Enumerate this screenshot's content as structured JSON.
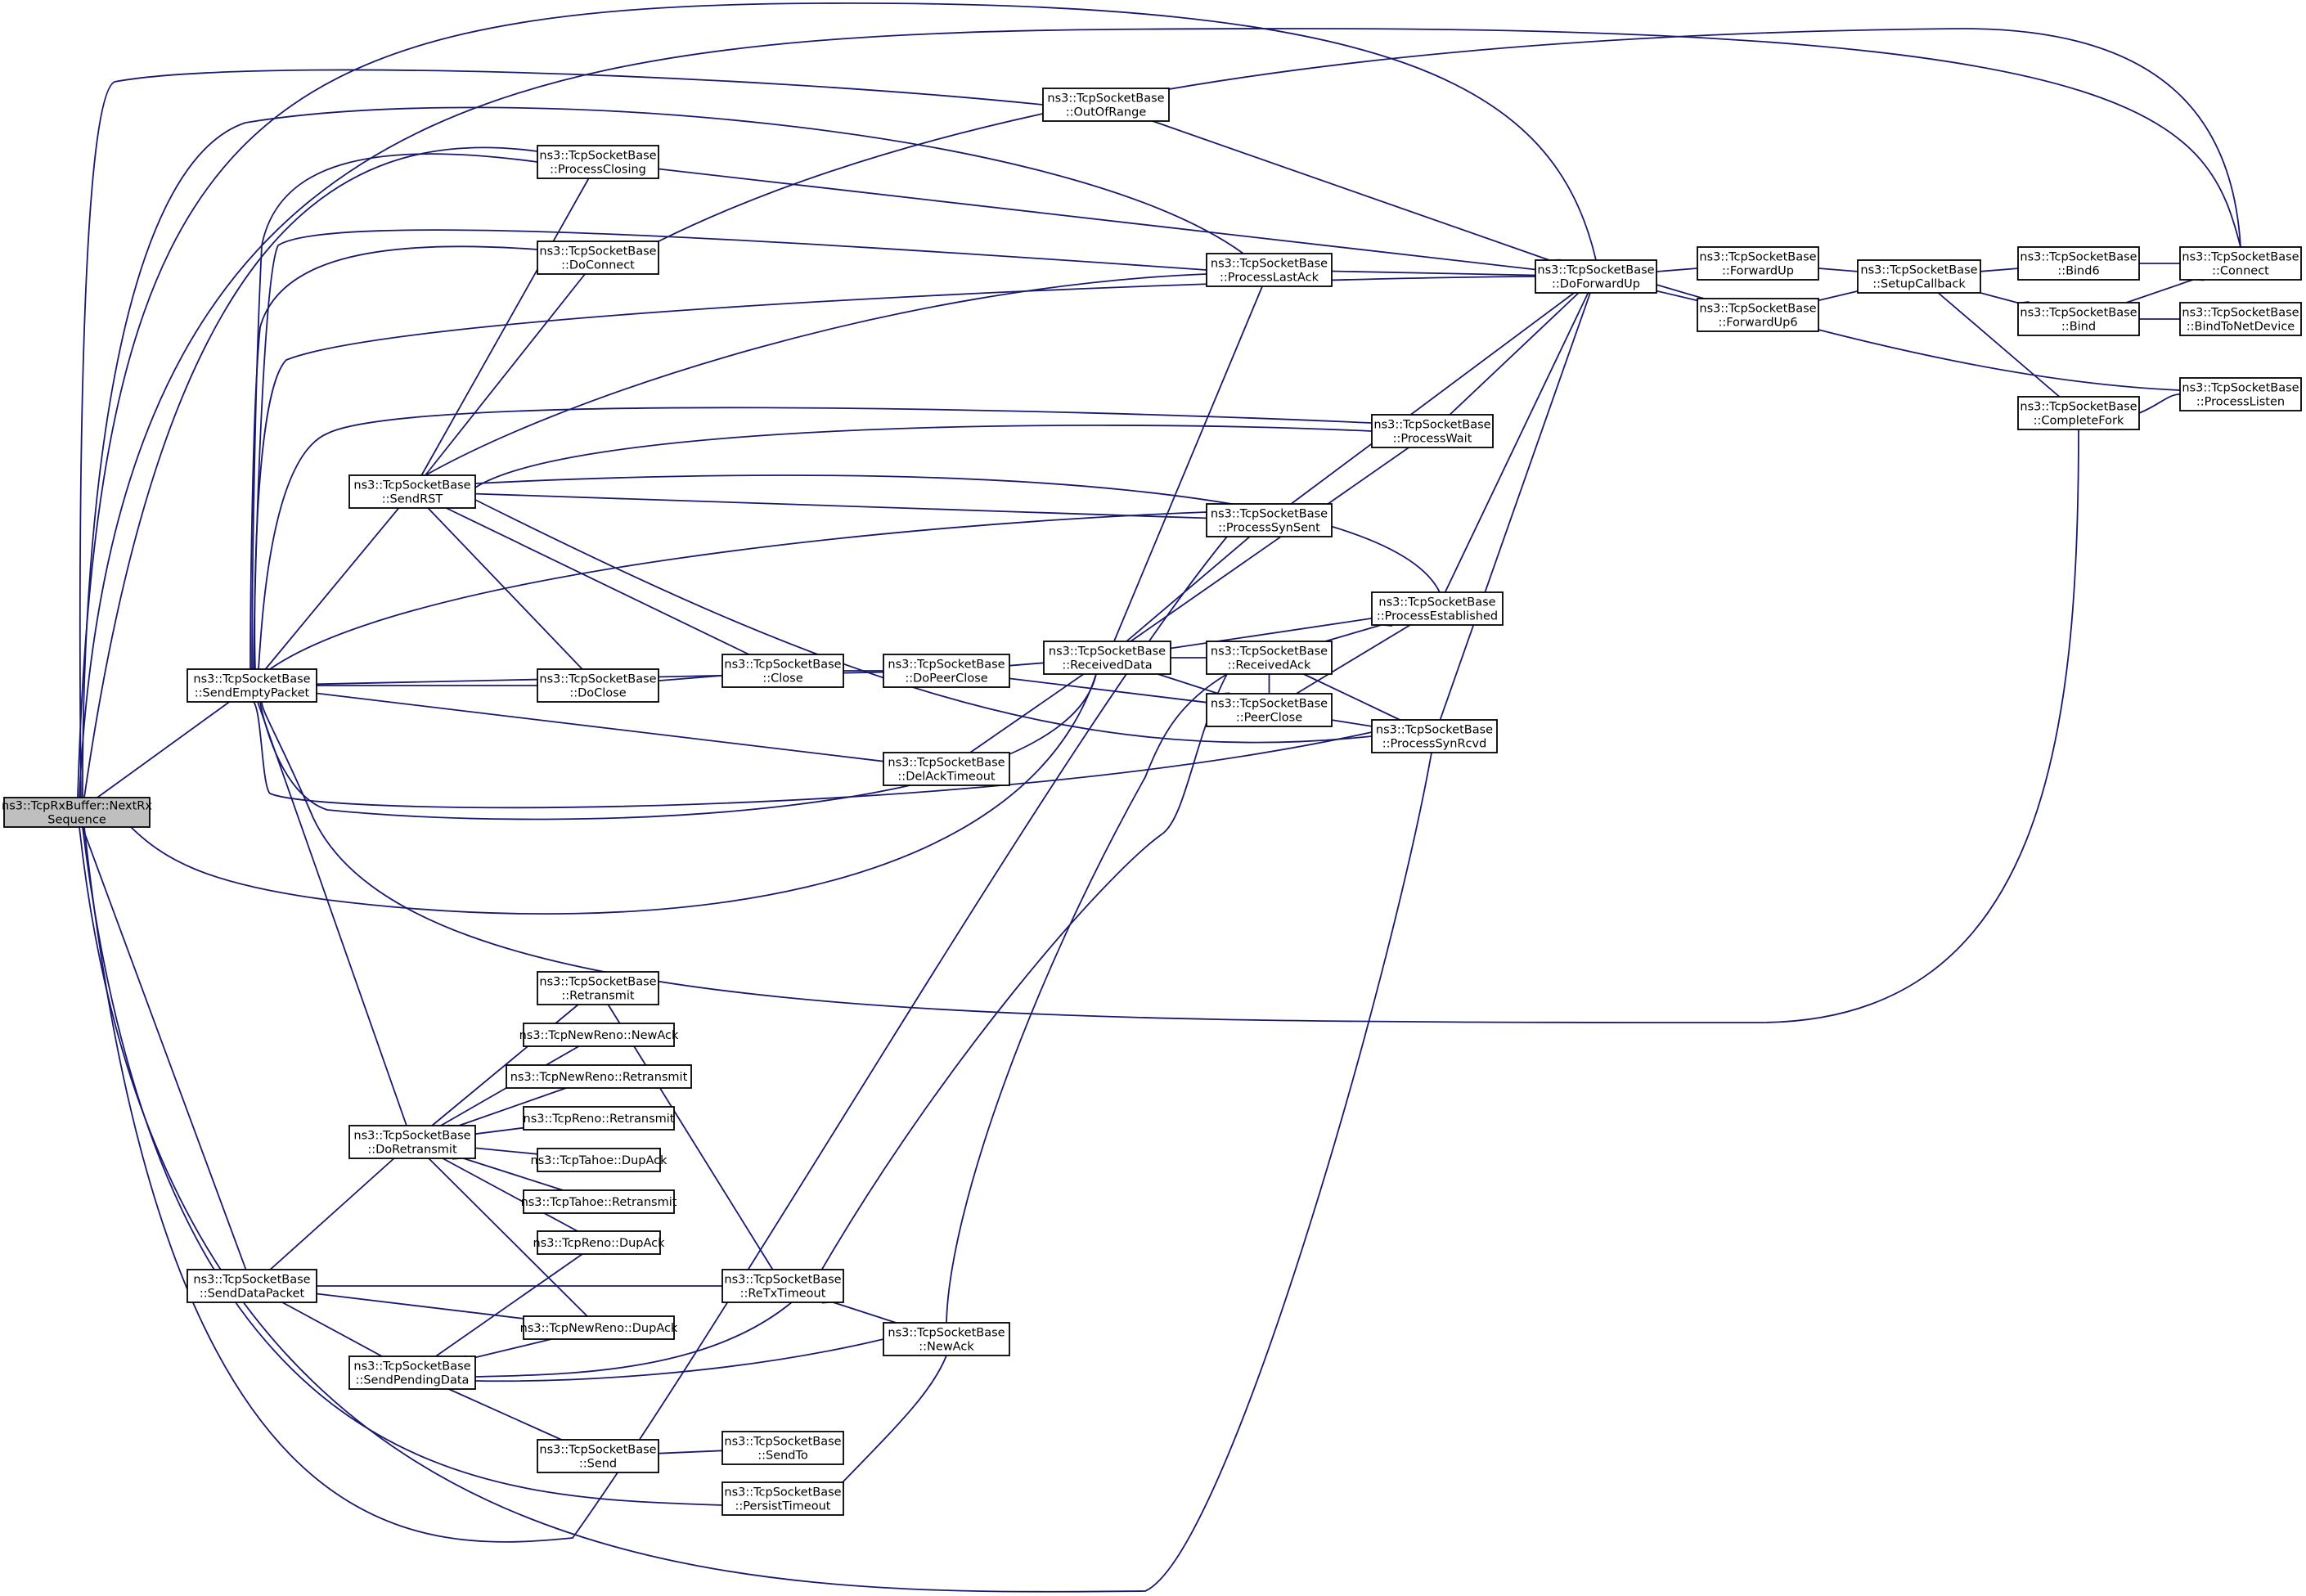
{
  "graph": {
    "type": "caller-graph",
    "colors": {
      "edge": "#191970",
      "root_fill": "#bfbfbf",
      "node_border": "#000000"
    },
    "nodes": [
      {
        "id": "root",
        "lines": [
          "ns3::TcpRxBuffer::NextRx",
          "Sequence"
        ],
        "root": true
      },
      {
        "id": "sep",
        "lines": [
          "ns3::TcpSocketBase",
          "::SendEmptyPacket"
        ]
      },
      {
        "id": "sdp",
        "lines": [
          "ns3::TcpSocketBase",
          "::SendDataPacket"
        ]
      },
      {
        "id": "srst",
        "lines": [
          "ns3::TcpSocketBase",
          "::SendRST"
        ]
      },
      {
        "id": "dret",
        "lines": [
          "ns3::TcpSocketBase",
          "::DoRetransmit"
        ]
      },
      {
        "id": "spd",
        "lines": [
          "ns3::TcpSocketBase",
          "::SendPendingData"
        ]
      },
      {
        "id": "pclosing",
        "lines": [
          "ns3::TcpSocketBase",
          "::ProcessClosing"
        ]
      },
      {
        "id": "dconn",
        "lines": [
          "ns3::TcpSocketBase",
          "::DoConnect"
        ]
      },
      {
        "id": "dclose",
        "lines": [
          "ns3::TcpSocketBase",
          "::DoClose"
        ]
      },
      {
        "id": "retx",
        "lines": [
          "ns3::TcpSocketBase",
          "::Retransmit"
        ]
      },
      {
        "id": "nrnewack",
        "lines": [
          "ns3::TcpNewReno::NewAck"
        ]
      },
      {
        "id": "nrretx",
        "lines": [
          "ns3::TcpNewReno::Retransmit"
        ]
      },
      {
        "id": "renoretx",
        "lines": [
          "ns3::TcpReno::Retransmit"
        ]
      },
      {
        "id": "tahoedup",
        "lines": [
          "ns3::TcpTahoe::DupAck"
        ]
      },
      {
        "id": "tahoeretx",
        "lines": [
          "ns3::TcpTahoe::Retransmit"
        ]
      },
      {
        "id": "renodup",
        "lines": [
          "ns3::TcpReno::DupAck"
        ]
      },
      {
        "id": "nrdup",
        "lines": [
          "ns3::TcpNewReno::DupAck"
        ]
      },
      {
        "id": "send",
        "lines": [
          "ns3::TcpSocketBase",
          "::Send"
        ]
      },
      {
        "id": "oor",
        "lines": [
          "ns3::TcpSocketBase",
          "::OutOfRange"
        ]
      },
      {
        "id": "close",
        "lines": [
          "ns3::TcpSocketBase",
          "::Close"
        ]
      },
      {
        "id": "rtot",
        "lines": [
          "ns3::TcpSocketBase",
          "::ReTxTimeout"
        ]
      },
      {
        "id": "sendto",
        "lines": [
          "ns3::TcpSocketBase",
          "::SendTo"
        ]
      },
      {
        "id": "ptimeout",
        "lines": [
          "ns3::TcpSocketBase",
          "::PersistTimeout"
        ]
      },
      {
        "id": "dpclose",
        "lines": [
          "ns3::TcpSocketBase",
          "::DoPeerClose"
        ]
      },
      {
        "id": "dato",
        "lines": [
          "ns3::TcpSocketBase",
          "::DelAckTimeout"
        ]
      },
      {
        "id": "newack",
        "lines": [
          "ns3::TcpSocketBase",
          "::NewAck"
        ]
      },
      {
        "id": "rdata",
        "lines": [
          "ns3::TcpSocketBase",
          "::ReceivedData"
        ]
      },
      {
        "id": "plastack",
        "lines": [
          "ns3::TcpSocketBase",
          "::ProcessLastAck"
        ]
      },
      {
        "id": "psynsent",
        "lines": [
          "ns3::TcpSocketBase",
          "::ProcessSynSent"
        ]
      },
      {
        "id": "rack",
        "lines": [
          "ns3::TcpSocketBase",
          "::ReceivedAck"
        ]
      },
      {
        "id": "pclose",
        "lines": [
          "ns3::TcpSocketBase",
          "::PeerClose"
        ]
      },
      {
        "id": "pwait",
        "lines": [
          "ns3::TcpSocketBase",
          "::ProcessWait"
        ]
      },
      {
        "id": "pest",
        "lines": [
          "ns3::TcpSocketBase",
          "::ProcessEstablished"
        ]
      },
      {
        "id": "psynrcvd",
        "lines": [
          "ns3::TcpSocketBase",
          "::ProcessSynRcvd"
        ]
      },
      {
        "id": "dfup",
        "lines": [
          "ns3::TcpSocketBase",
          "::DoForwardUp"
        ]
      },
      {
        "id": "fup",
        "lines": [
          "ns3::TcpSocketBase",
          "::ForwardUp"
        ]
      },
      {
        "id": "fup6",
        "lines": [
          "ns3::TcpSocketBase",
          "::ForwardUp6"
        ]
      },
      {
        "id": "scb",
        "lines": [
          "ns3::TcpSocketBase",
          "::SetupCallback"
        ]
      },
      {
        "id": "bind6",
        "lines": [
          "ns3::TcpSocketBase",
          "::Bind6"
        ]
      },
      {
        "id": "bind",
        "lines": [
          "ns3::TcpSocketBase",
          "::Bind"
        ]
      },
      {
        "id": "cfork",
        "lines": [
          "ns3::TcpSocketBase",
          "::CompleteFork"
        ]
      },
      {
        "id": "connect",
        "lines": [
          "ns3::TcpSocketBase",
          "::Connect"
        ]
      },
      {
        "id": "btnd",
        "lines": [
          "ns3::TcpSocketBase",
          "::BindToNetDevice"
        ]
      },
      {
        "id": "plisten",
        "lines": [
          "ns3::TcpSocketBase",
          "::ProcessListen"
        ]
      }
    ],
    "edges": [
      [
        "sep",
        "root"
      ],
      [
        "sdp",
        "root"
      ],
      [
        "pclosing",
        "root"
      ],
      [
        "oor",
        "root"
      ],
      [
        "plastack",
        "root"
      ],
      [
        "dfup",
        "root"
      ],
      [
        "connect",
        "root"
      ],
      [
        "rdata",
        "root"
      ],
      [
        "psynsent",
        "root"
      ],
      [
        "psynrcvd",
        "root"
      ],
      [
        "ptimeout",
        "root"
      ],
      [
        "srst",
        "sep"
      ],
      [
        "pclosing",
        "sep"
      ],
      [
        "dconn",
        "sep"
      ],
      [
        "plastack",
        "sep"
      ],
      [
        "dfup",
        "sep"
      ],
      [
        "pwait",
        "sep"
      ],
      [
        "psynsent",
        "sep"
      ],
      [
        "dclose",
        "sep"
      ],
      [
        "dpclose",
        "sep"
      ],
      [
        "dato",
        "sep"
      ],
      [
        "rdata",
        "sep"
      ],
      [
        "psynrcvd",
        "sep"
      ],
      [
        "cfork",
        "sep"
      ],
      [
        "dret",
        "sep"
      ],
      [
        "pclosing",
        "srst"
      ],
      [
        "dconn",
        "srst"
      ],
      [
        "plastack",
        "srst"
      ],
      [
        "pwait",
        "srst"
      ],
      [
        "pest",
        "srst"
      ],
      [
        "psynsent",
        "srst"
      ],
      [
        "dclose",
        "srst"
      ],
      [
        "close",
        "srst"
      ],
      [
        "psynrcvd",
        "srst"
      ],
      [
        "dret",
        "sdp"
      ],
      [
        "spd",
        "sdp"
      ],
      [
        "rtot",
        "sdp"
      ],
      [
        "nrdup",
        "sdp"
      ],
      [
        "retx",
        "dret"
      ],
      [
        "nrnewack",
        "dret"
      ],
      [
        "nrretx",
        "dret"
      ],
      [
        "renoretx",
        "dret"
      ],
      [
        "tahoedup",
        "dret"
      ],
      [
        "tahoeretx",
        "dret"
      ],
      [
        "renodup",
        "dret"
      ],
      [
        "nrdup",
        "dret"
      ],
      [
        "renodup",
        "spd"
      ],
      [
        "nrdup",
        "spd"
      ],
      [
        "send",
        "spd"
      ],
      [
        "newack",
        "spd"
      ],
      [
        "rack",
        "spd"
      ],
      [
        "sendto",
        "send"
      ],
      [
        "dclose",
        "close"
      ],
      [
        "close",
        "dpclose"
      ],
      [
        "dpclose",
        "rdata"
      ],
      [
        "dato",
        "rdata"
      ],
      [
        "rtot",
        "retx"
      ],
      [
        "newack",
        "rtot"
      ],
      [
        "ptimeout",
        "newack"
      ],
      [
        "pclose",
        "dpclose"
      ],
      [
        "rdata",
        "pclose"
      ],
      [
        "rdata",
        "psynsent"
      ],
      [
        "rdata",
        "pest"
      ],
      [
        "rdata",
        "plastack"
      ],
      [
        "rdata",
        "pwait"
      ],
      [
        "rdata",
        "rack"
      ],
      [
        "rack",
        "pest"
      ],
      [
        "rack",
        "psynrcvd"
      ],
      [
        "rack",
        "newack"
      ],
      [
        "pclose",
        "pest"
      ],
      [
        "pclose",
        "psynrcvd"
      ],
      [
        "pclose",
        "rack"
      ],
      [
        "plastack",
        "dfup"
      ],
      [
        "pclosing",
        "dfup"
      ],
      [
        "oor",
        "dfup"
      ],
      [
        "pwait",
        "dfup"
      ],
      [
        "psynsent",
        "dfup"
      ],
      [
        "pest",
        "dfup"
      ],
      [
        "psynrcvd",
        "dfup"
      ],
      [
        "dfup",
        "fup"
      ],
      [
        "dfup",
        "fup6"
      ],
      [
        "fup",
        "scb"
      ],
      [
        "fup6",
        "scb"
      ],
      [
        "scb",
        "bind6"
      ],
      [
        "scb",
        "bind"
      ],
      [
        "scb",
        "cfork"
      ],
      [
        "bind6",
        "connect"
      ],
      [
        "bind",
        "connect"
      ],
      [
        "bind",
        "btnd"
      ],
      [
        "dfup",
        "plisten"
      ],
      [
        "cfork",
        "plisten"
      ],
      [
        "dconn",
        "connect"
      ]
    ]
  }
}
